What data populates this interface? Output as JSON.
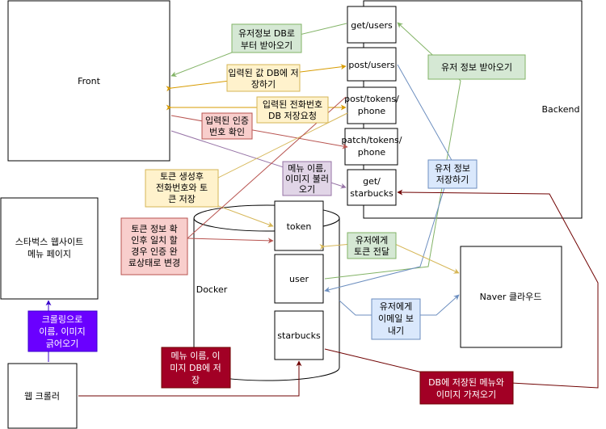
{
  "nodes": {
    "front": "Front",
    "backend": "Backend",
    "get_users": "get/users",
    "post_users": "post/users",
    "post_tokens_phone": [
      "post/tokens/",
      "phone"
    ],
    "patch_tokens_phone": [
      "patch/tokens/",
      "phone"
    ],
    "get_starbucks": [
      "get/",
      "starbucks"
    ],
    "docker": "Docker",
    "token": "token",
    "user": "user",
    "starbucks": "starbucks",
    "naver_cloud": "Naver 클라우드",
    "starbucks_site": [
      "스타벅스 웹사이트",
      "메뉴 페이지"
    ],
    "web_crawler": "웹 크롤러"
  },
  "notes": {
    "user_info_db": [
      "유저정보 DB로",
      "부터 받아오기"
    ],
    "save_input_db": [
      "입력된 값 DB에 저",
      "장하기"
    ],
    "phone_db_save": [
      "입력된 전화번호",
      "DB 저장요청"
    ],
    "auth_check": [
      "입력된 인증",
      "번호 확인"
    ],
    "menu_image_fetch": [
      "메뉴 이름,",
      "이미지 불러",
      "오기"
    ],
    "token_create": [
      "토큰 생성후",
      "전화번호와 토",
      "큰 저장"
    ],
    "token_verify": [
      "토큰 정보 확",
      "인후 일치 할",
      "경우 인증 완",
      "료상태로 변경"
    ],
    "user_info_get": "유저 정보 받아오기",
    "user_info_save": [
      "유저 정보",
      "저장하기"
    ],
    "token_deliver": [
      "유저에게",
      "토큰 전달"
    ],
    "email_send": [
      "유저에게",
      "이메일 보",
      "내기"
    ],
    "crawl": [
      "크롤링으로",
      "이름, 이미지",
      "긁어오기"
    ],
    "menu_db_save": [
      "메뉴 이름, 이",
      "미지 DB에 저",
      "장"
    ],
    "db_menu_fetch": [
      "DB에 저장된 메뉴와",
      "이미지 가져오기"
    ]
  },
  "colors": {
    "green_fill": "#d5e8d4",
    "green_stroke": "#82b366",
    "yellow_fill": "#fff2cc",
    "yellow_stroke": "#d6b656",
    "orange_edge": "#d79b00",
    "red_fill": "#f8cecc",
    "red_stroke": "#b85450",
    "purple_fill": "#e1d5e7",
    "purple_stroke": "#9673a6",
    "blue_fill": "#dae8fc",
    "blue_stroke": "#6c8ebf",
    "violet_fill": "#6a00ff",
    "violet_stroke": "#3700cc",
    "darkred_fill": "#a20025",
    "darkred_stroke": "#6f0000"
  }
}
